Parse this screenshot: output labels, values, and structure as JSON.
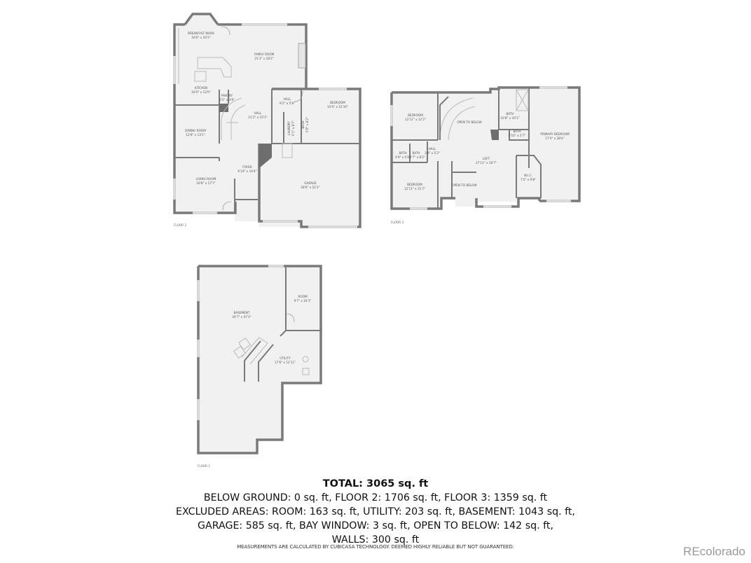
{
  "floors": {
    "floor2": {
      "label": "FLOOR 2",
      "rooms": [
        {
          "name": "BREAKFAST NOOK",
          "dims": "16'6\" x 10'3\""
        },
        {
          "name": "FAMILY ROOM",
          "dims": "21'3\" x 18'2\""
        },
        {
          "name": "KITCHEN",
          "dims": "16'0\" x 12'9\""
        },
        {
          "name": "PANTRY",
          "dims": "3'3\" x 3'8\""
        },
        {
          "name": "HALL",
          "dims": "11'2\" x 15'3\""
        },
        {
          "name": "HALL",
          "dims": "9'2\" x 5'8\""
        },
        {
          "name": "BEDROOM",
          "dims": "15'0\" x 12'10\""
        },
        {
          "name": "LAUNDRY",
          "dims": "6'1\" x 8'7\""
        },
        {
          "name": "BATH",
          "dims": "5'0\" x 8'2\""
        },
        {
          "name": "DINING ROOM",
          "dims": "12'8\" x 13'1\""
        },
        {
          "name": "LIVING ROOM",
          "dims": "16'8\" x 17'7\""
        },
        {
          "name": "FOYER",
          "dims": "6'10\" x 14'4\""
        },
        {
          "name": "GARAGE",
          "dims": "28'6\" x 21'2\""
        }
      ]
    },
    "floor3": {
      "label": "FLOOR 3",
      "rooms": [
        {
          "name": "BEDROOM",
          "dims": "12'11\" x 12'2\""
        },
        {
          "name": "OPEN TO BELOW",
          "dims": ""
        },
        {
          "name": "BATH",
          "dims": "10'8\" x 10'1\""
        },
        {
          "name": "BATH",
          "dims": "6'10\" x 2'7\""
        },
        {
          "name": "PRIMARY BEDROOM",
          "dims": "17'4\" x 28'4\""
        },
        {
          "name": "BATH",
          "dims": "4'9\" x 5'0\""
        },
        {
          "name": "BATH",
          "dims": "4'7\" x 8'2\""
        },
        {
          "name": "HALL",
          "dims": "3'4\" x 5'2\""
        },
        {
          "name": "LOFT",
          "dims": "27'11\" x 16'7\""
        },
        {
          "name": "W.I.C.",
          "dims": "7'2\" x 9'8\""
        },
        {
          "name": "BEDROOM",
          "dims": "12'11\" x 11'7\""
        },
        {
          "name": "OPEN TO BELOW",
          "dims": ""
        }
      ]
    },
    "floor1": {
      "label": "FLOOR 1",
      "rooms": [
        {
          "name": "BASEMENT",
          "dims": "24'7\" x 47'3\""
        },
        {
          "name": "ROOM",
          "dims": "9'7\" x 16'1\""
        },
        {
          "name": "UTILITY",
          "dims": "17'6\" x 12'11\""
        }
      ]
    }
  },
  "summary": {
    "total": "TOTAL: 3065 sq. ft",
    "line1": "BELOW GROUND: 0 sq. ft, FLOOR 2: 1706 sq. ft, FLOOR 3: 1359 sq. ft",
    "line2": "EXCLUDED AREAS: ROOM: 163 sq. ft, UTILITY: 203 sq. ft, BASEMENT: 1043 sq. ft,",
    "line3": "GARAGE: 585 sq. ft, BAY WINDOW: 3 sq. ft, OPEN TO BELOW: 142 sq. ft,",
    "line4": "WALLS: 300 sq. ft",
    "disclaimer": "MEASUREMENTS ARE CALCULATED BY CUBICASA TECHNOLOGY. DEEMED HIGHLY RELIABLE BUT NOT GUARANTEED."
  },
  "watermark": "REcolorado"
}
